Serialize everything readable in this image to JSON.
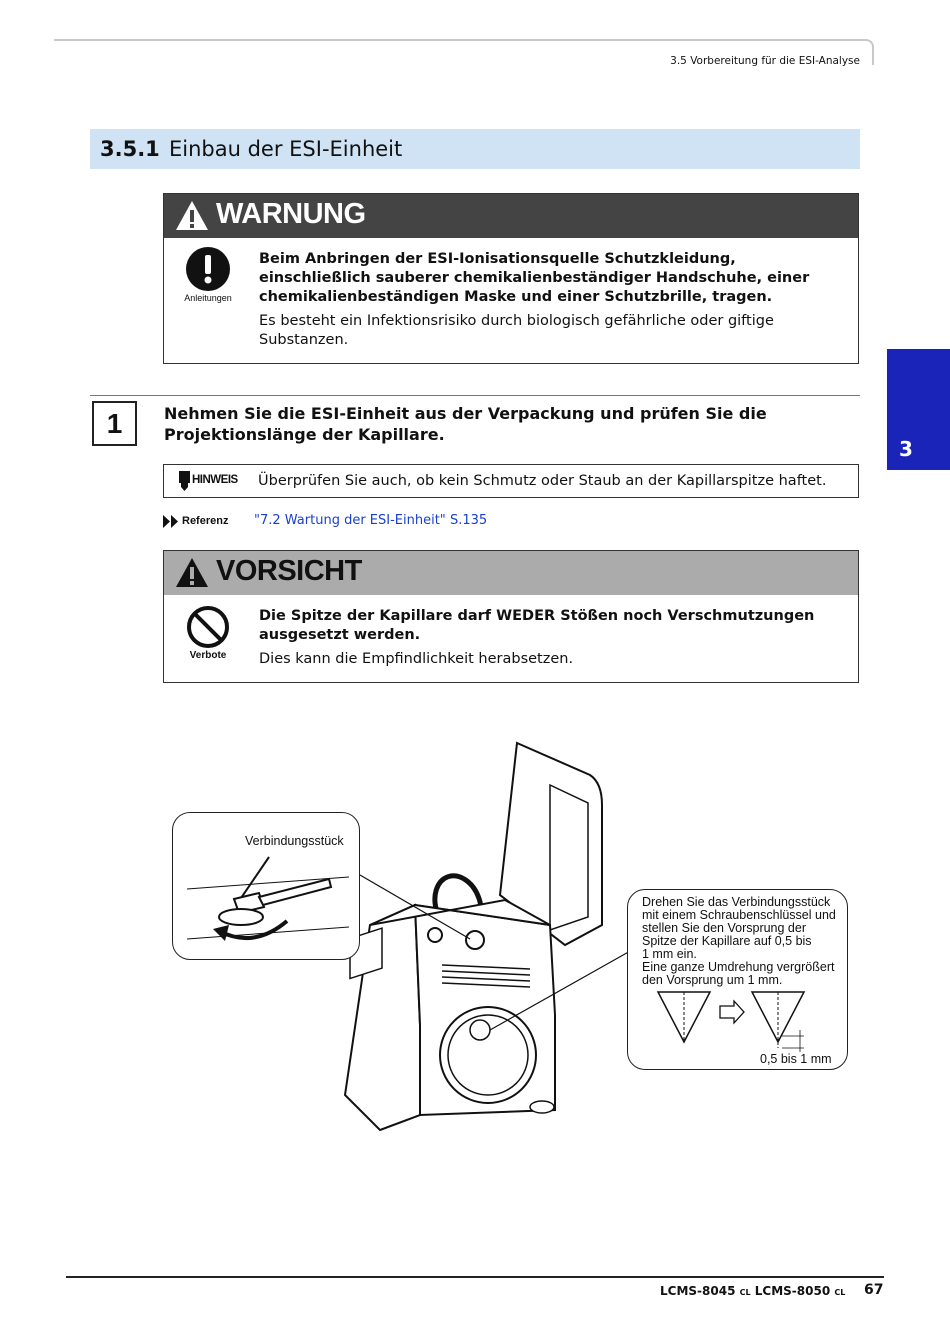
{
  "header": {
    "section_ref": "3.5 Vorbereitung für die ESI-Analyse"
  },
  "section": {
    "number": "3.5.1",
    "title": "Einbau der ESI-Einheit"
  },
  "warning": {
    "label": "WARNUNG",
    "icon_label": "Anleitungen",
    "bold_text": "Beim Anbringen der ESI-Ionisationsquelle Schutzkleidung, einschließlich sauberer chemikalienbeständiger Handschuhe, einer chemikalienbeständigen Maske und einer Schutzbrille, tragen.",
    "text": "Es besteht ein Infektionsrisiko durch biologisch gefährliche oder giftige Substanzen."
  },
  "step": {
    "number": "1",
    "title": "Nehmen Sie die ESI-Einheit aus der Verpackung und prüfen Sie die Projektionslänge der Kapillare."
  },
  "hinweis": {
    "label": "HINWEIS",
    "text": "Überprüfen Sie auch, ob kein Schmutz oder Staub an der Kapillarspitze haftet."
  },
  "referenz": {
    "label": "Referenz",
    "link_text": "\"7.2 Wartung der ESI-Einheit\"",
    "page": "S.135"
  },
  "caution": {
    "label": "VORSICHT",
    "icon_label": "Verbote",
    "bold_text": "Die Spitze der Kapillare darf WEDER Stößen noch Verschmutzungen ausgesetzt werden.",
    "text": "Dies kann die Empfindlichkeit herabsetzen."
  },
  "figure": {
    "callout_left_label": "Verbindungsstück",
    "callout_right_lines": [
      "Drehen Sie das Verbindungsstück",
      "mit einem Schraubenschlüssel und",
      "stellen Sie den Vorsprung der",
      "Spitze der Kapillare auf 0,5 bis",
      "1 mm ein.",
      "Eine ganze Umdrehung vergrößert",
      "den Vorsprung um 1 mm."
    ],
    "dimension_label": "0,5 bis 1 mm"
  },
  "side_tab": {
    "chapter": "3"
  },
  "footer": {
    "model1": "LCMS-8045",
    "suffix1": "CL",
    "model2": "LCMS-8050",
    "suffix2": "CL",
    "page_number": "67"
  }
}
